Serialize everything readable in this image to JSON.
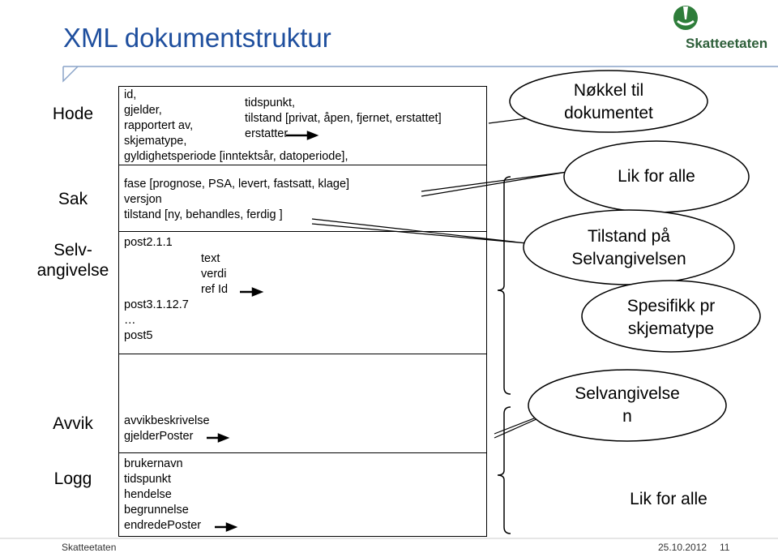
{
  "title": "XML dokumentstruktur",
  "logo_text": "Skatteetaten",
  "sections": {
    "hode": "Hode",
    "sak": "Sak",
    "selv_line1": "Selv-",
    "selv_line2": "angivelse",
    "avvik": "Avvik",
    "logg": "Logg"
  },
  "hode": {
    "left": [
      "id,",
      "gjelder,",
      "rapportert av,",
      "skjematype,",
      "gyldighetsperiode [inntektsår, datoperiode],"
    ],
    "right": [
      "tidspunkt,",
      "tilstand [privat, åpen, fjernet, erstattet]",
      "erstatter"
    ]
  },
  "sak": [
    "fase [prognose, PSA, levert, fastsatt, klage]",
    "versjon",
    "tilstand [ny, behandles, ferdig ]"
  ],
  "selvangivelse": {
    "posts": [
      "post2.1.1",
      "post3.1.12.7",
      "…",
      "post5"
    ],
    "fields": [
      "text",
      "verdi",
      "ref Id"
    ]
  },
  "avvik": [
    "avvikbeskrivelse",
    "gjelderPoster"
  ],
  "logg": [
    "brukernavn",
    "tidspunkt",
    "hendelse",
    "begrunnelse",
    "endredePoster"
  ],
  "callouts": {
    "nokkel_1": "Nøkkel til",
    "nokkel_2": "dokumentet",
    "lik1": "Lik for alle",
    "tilstand_1": "Tilstand på",
    "tilstand_2": "Selvangivelsen",
    "spes_1": "Spesifikk pr",
    "spes_2": "skjematype",
    "selvn_1": "Selvangivelse",
    "selvn_2": "n",
    "lik2": "Lik for alle"
  },
  "footer": {
    "org": "Skatteetaten",
    "date": "25.10.2012",
    "page": "11"
  },
  "colors": {
    "title": "#1f4f9e",
    "logo": "#2e7d3a"
  }
}
